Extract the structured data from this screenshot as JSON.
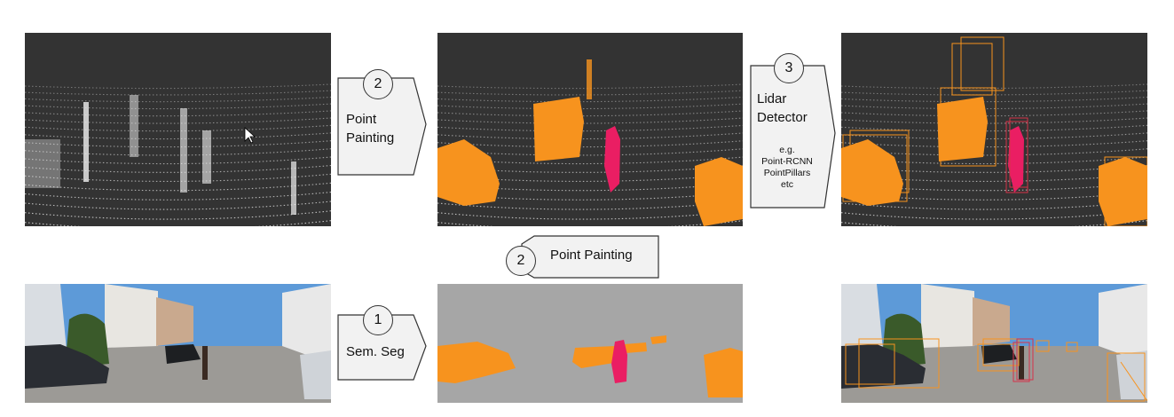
{
  "steps": {
    "painting_top": {
      "number": "2",
      "label_line1": "Point",
      "label_line2": "Painting"
    },
    "detector": {
      "number": "3",
      "label_line1": "Lidar",
      "label_line2": "Detector",
      "examples": [
        "e.g.",
        "Point-RCNN",
        "PointPillars",
        "etc"
      ]
    },
    "painting_mid": {
      "number": "2",
      "label": "Point Painting"
    },
    "semseg": {
      "number": "1",
      "label": "Sem. Seg"
    }
  },
  "colors": {
    "lidar_bg": "#333333",
    "lidar_points": "#f0f0f0",
    "car_orange": "#f7931e",
    "pedestrian_pink": "#ea1e63",
    "seg_background": "#a6a6a6",
    "box_red": "#d6334a",
    "arrow_fill": "#f2f2f2",
    "arrow_stroke": "#333333"
  },
  "panels": [
    {
      "id": "raw-lidar",
      "content": "raw lidar point cloud"
    },
    {
      "id": "painted-lidar",
      "content": "painted lidar point cloud"
    },
    {
      "id": "detections-lidar",
      "content": "lidar point cloud with 3D boxes"
    },
    {
      "id": "camera-image",
      "content": "camera image of street"
    },
    {
      "id": "segmentation",
      "content": "semantic segmentation mask"
    },
    {
      "id": "detections-camera",
      "content": "camera image with projected boxes"
    }
  ]
}
